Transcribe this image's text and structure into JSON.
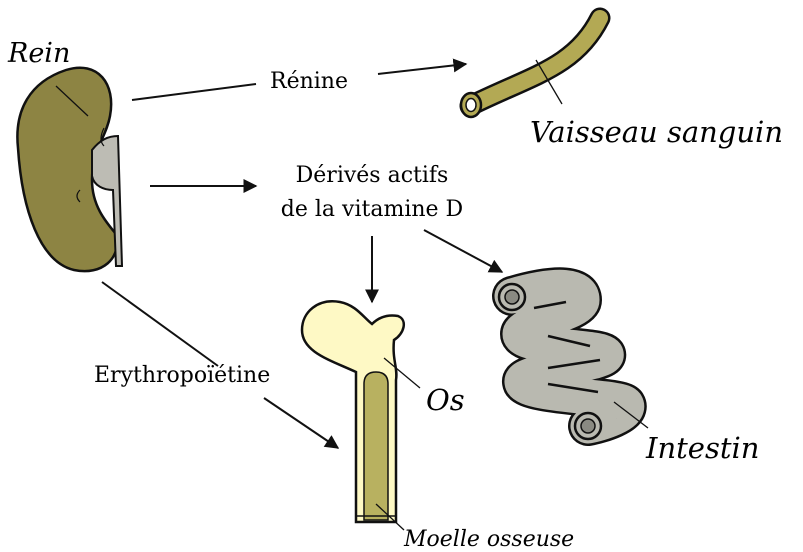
{
  "labels": {
    "rein": "Rein",
    "renine": "Rénine",
    "vaisseau": "Vaisseau sanguin",
    "derives_line1": "Dérivés actifs",
    "derives_line2": "de la vitamine D",
    "erythropoietine": "Erythropoïétine",
    "os": "Os",
    "intestin": "Intestin",
    "moelle": "Moelle osseuse"
  },
  "colors": {
    "kidney": "#8d8443",
    "ureter": "#bdbcb4",
    "vessel": "#b3a954",
    "bone": "#fef9c5",
    "marrow": "#b8b160",
    "intestine": "#b9b9b0",
    "stroke": "#111111"
  },
  "icons": [
    "kidney-icon",
    "blood-vessel-icon",
    "bone-icon",
    "intestine-icon"
  ]
}
